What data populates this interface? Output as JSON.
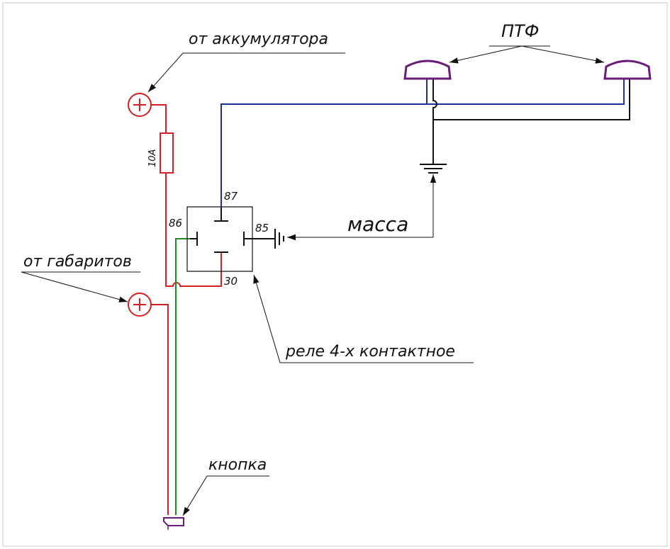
{
  "labels": {
    "battery": "от аккумулятора",
    "ptf": "ПТФ",
    "fuse": "10А",
    "parking_lights": "от габаритов",
    "ground": "масса",
    "relay": "реле 4-х контактное",
    "button": "кнопка"
  },
  "pins": {
    "p87": "87",
    "p86": "86",
    "p85": "85",
    "p30": "30"
  },
  "colors": {
    "red": "#d42020",
    "blue": "#1e2f9e",
    "green": "#1f8a1f",
    "black": "#111111",
    "purple": "#6b1c7a",
    "lamp_fill": "#ffffff"
  }
}
